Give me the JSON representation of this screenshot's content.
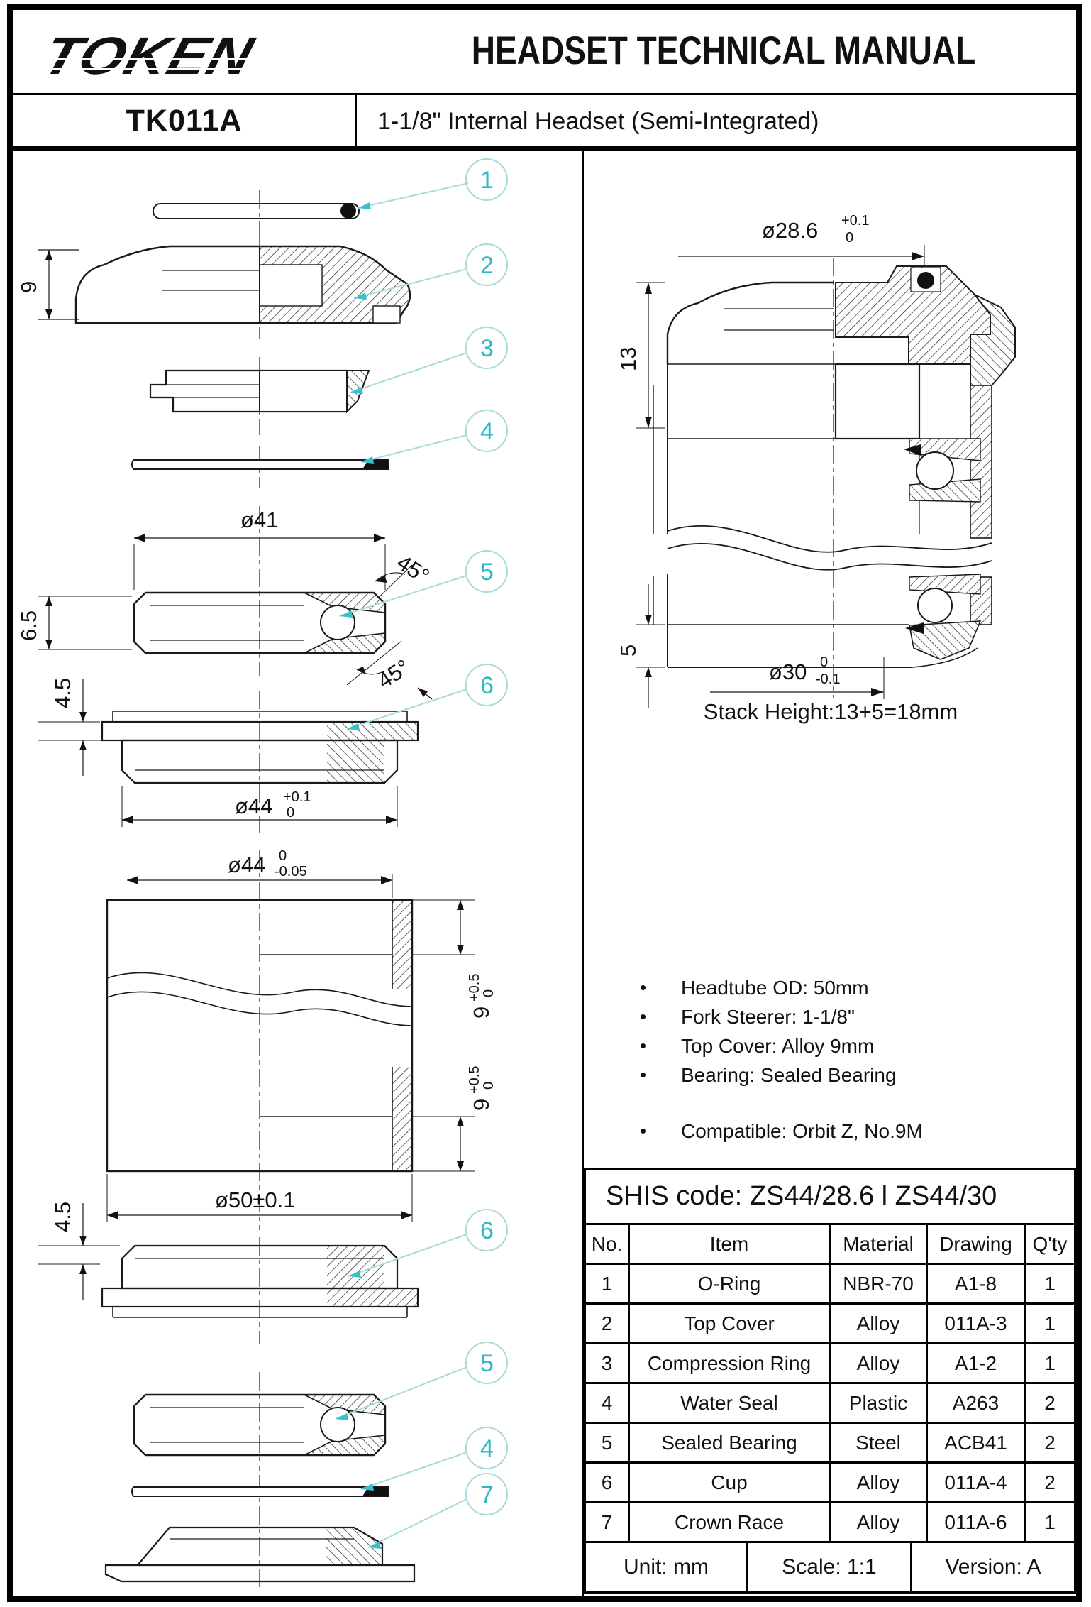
{
  "header": {
    "brand": "TOKEN",
    "title": "HEADSET TECHNICAL MANUAL",
    "model": "TK011A",
    "subtitle": "1-1/8\" Internal Headset (Semi-Integrated)"
  },
  "colors": {
    "callout_number": "#2fb9c4",
    "callout_circle": "#a7dada",
    "centerline_red": "#c6524c",
    "drawing_line": "#1a1a1a"
  },
  "callouts": {
    "c1": "1",
    "c2": "2",
    "c3": "3",
    "c4": "4",
    "c5": "5",
    "c6": "6",
    "c7": "7"
  },
  "exploded": {
    "dim_9": "9",
    "dim_41": "ø41",
    "angle_45": "45°",
    "dim_6_5": "6.5",
    "dim_4_5": "4.5",
    "dim_44_upper": "ø44",
    "dim_44_upper_tol_top": "+0.1",
    "dim_44_upper_tol_bottom": "0",
    "dim_44_lower": "ø44",
    "dim_44_lower_tol_top": "0",
    "dim_44_lower_tol_bottom": "-0.05",
    "dim_9_tube": "9",
    "dim_9_tube_tol_top": "+0.5",
    "dim_9_tube_tol_bottom": "0",
    "dim_50": "ø50±0.1"
  },
  "assembled": {
    "dim_28_6": "ø28.6",
    "dim_28_6_tol_top": "+0.1",
    "dim_28_6_tol_bottom": "0",
    "dim_13": "13",
    "dim_5": "5",
    "dim_30": "ø30",
    "dim_30_tol_top": "0",
    "dim_30_tol_bottom": "-0.1",
    "stack_note": "Stack Height:13+5=18mm"
  },
  "specs": {
    "bullet_char": "•",
    "bullets": [
      "Headtube OD: 50mm",
      "Fork Steerer: 1-1/8\"",
      "Top Cover: Alloy 9mm",
      "Bearing: Sealed Bearing"
    ],
    "compatible": "Compatible: Orbit Z, No.9M"
  },
  "table": {
    "shis_code": "SHIS code: ZS44/28.6 l ZS44/30",
    "headers": [
      "No.",
      "Item",
      "Material",
      "Drawing",
      "Q'ty"
    ],
    "rows": [
      [
        "1",
        "O-Ring",
        "NBR-70",
        "A1-8",
        "1"
      ],
      [
        "2",
        "Top Cover",
        "Alloy",
        "011A-3",
        "1"
      ],
      [
        "3",
        "Compression Ring",
        "Alloy",
        "A1-2",
        "1"
      ],
      [
        "4",
        "Water Seal",
        "Plastic",
        "A263",
        "2"
      ],
      [
        "5",
        "Sealed Bearing",
        "Steel",
        "ACB41",
        "2"
      ],
      [
        "6",
        "Cup",
        "Alloy",
        "011A-4",
        "2"
      ],
      [
        "7",
        "Crown Race",
        "Alloy",
        "011A-6",
        "1"
      ]
    ]
  },
  "footer": {
    "unit": "Unit: mm",
    "scale": "Scale: 1:1",
    "version": "Version: A"
  }
}
